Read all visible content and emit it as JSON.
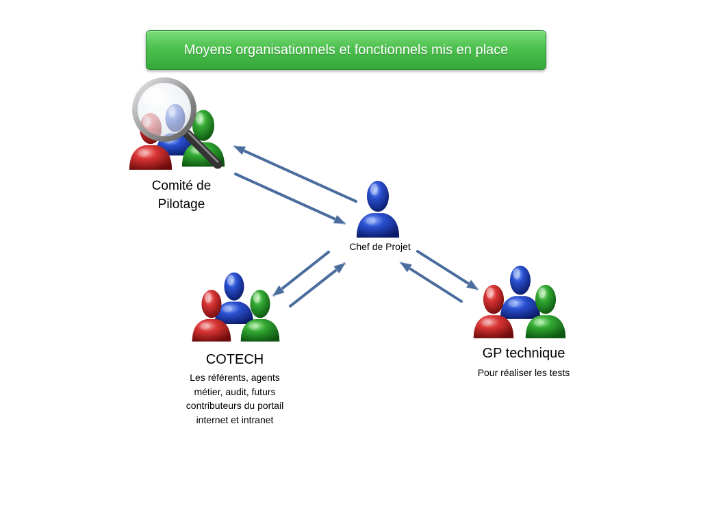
{
  "title": "Moyens organisationnels et fonctionnels mis en place",
  "colors": {
    "banner": "#4cc04e",
    "person_red": "#c62828",
    "person_blue": "#1f45c4",
    "person_green": "#2e9d32",
    "arrow": "#4a6d9e"
  },
  "nodes": {
    "comite": {
      "label_lines": [
        "Comité de",
        "Pilotage"
      ],
      "icon": "magnifier-group-icon"
    },
    "chef": {
      "label": "Chef de Projet",
      "icon": "person-icon"
    },
    "cotech": {
      "label": "COTECH",
      "description_lines": [
        "Les référents, agents",
        "métier, audit, futurs",
        "contributeurs du portail",
        "internet et intranet"
      ],
      "icon": "group-icon"
    },
    "gp": {
      "label": "GP technique",
      "description": "Pour réaliser les tests",
      "icon": "group-icon"
    }
  }
}
